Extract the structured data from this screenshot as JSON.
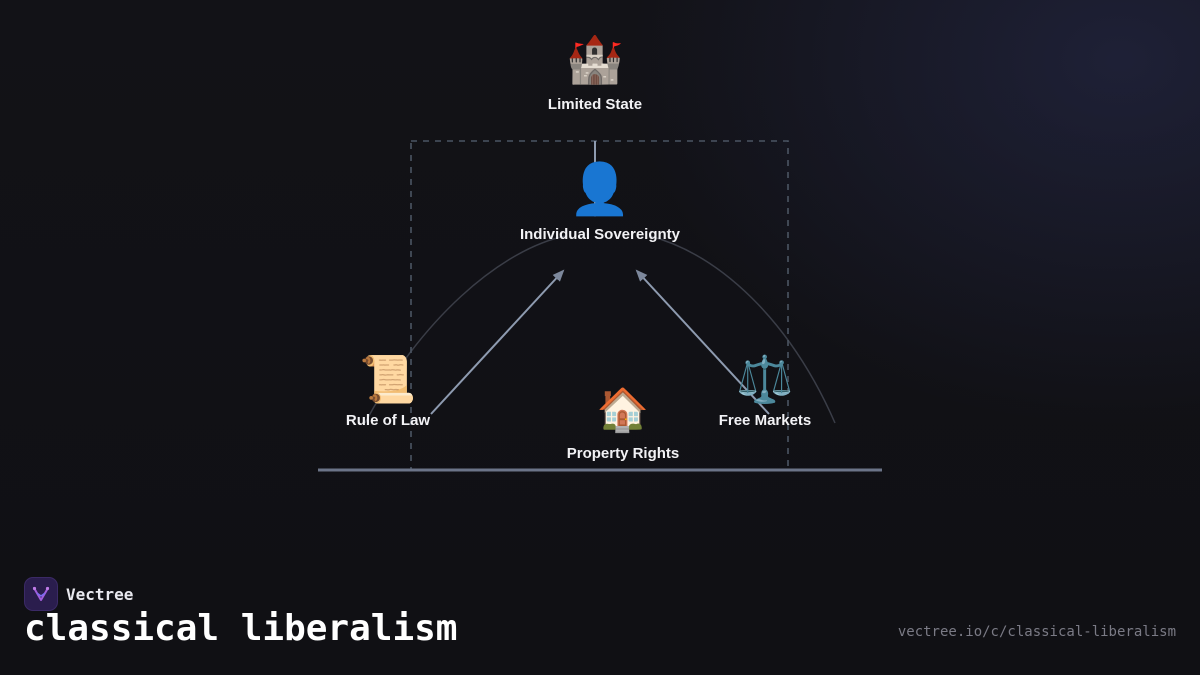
{
  "diagram": {
    "nodes": {
      "limited_state": {
        "icon": "castle-icon",
        "glyph": "🏰",
        "label": "Limited State"
      },
      "individual_sovereignty": {
        "icon": "person-silhouette-icon",
        "glyph": "👤",
        "label": "Individual Sovereignty"
      },
      "rule_of_law": {
        "icon": "scroll-icon",
        "glyph": "📜",
        "label": "Rule of Law"
      },
      "property_rights": {
        "icon": "house-icon",
        "glyph": "🏠",
        "label": "Property Rights"
      },
      "free_markets": {
        "icon": "balance-scale-icon",
        "glyph": "⚖️",
        "label": "Free Markets"
      }
    },
    "edges": [
      {
        "from": "limited_state",
        "to": "individual_sovereignty"
      },
      {
        "from": "rule_of_law",
        "to": "individual_sovereignty"
      },
      {
        "from": "free_markets",
        "to": "individual_sovereignty"
      }
    ]
  },
  "brand": {
    "name": "Vectree",
    "logo_icon": "vectree-logo-icon"
  },
  "page": {
    "title": "classical liberalism",
    "url": "vectree.io/c/classical-liberalism"
  },
  "colors": {
    "background": "#111116",
    "edge": "#8e9bb0",
    "dashed_box": "#4b5563",
    "baseline": "#6b7488",
    "brand_accent": "#a25ddc"
  }
}
